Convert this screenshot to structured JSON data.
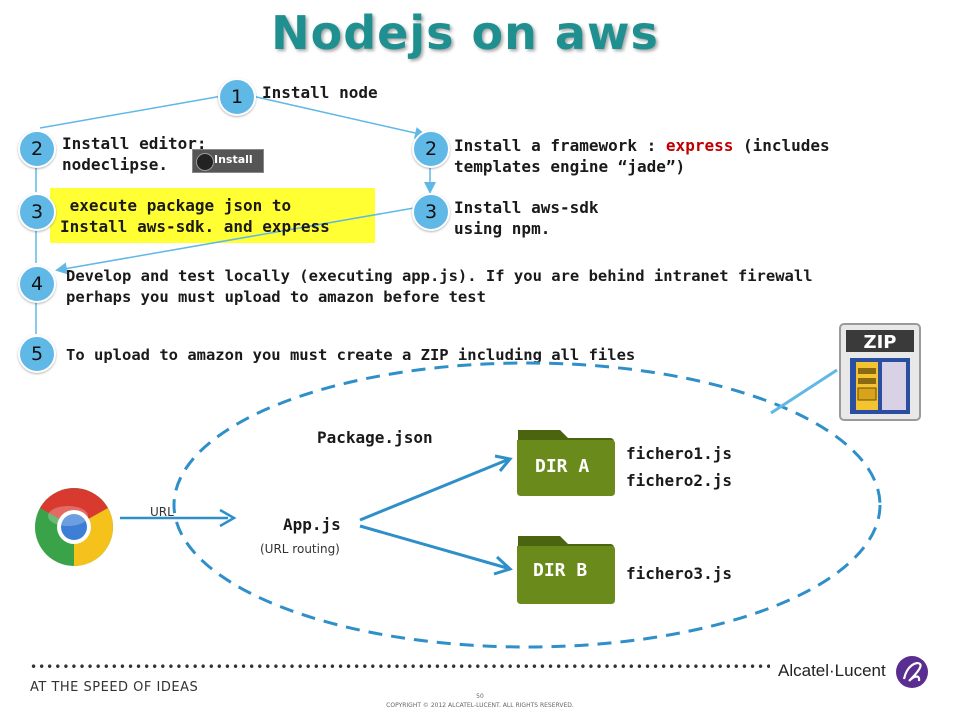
{
  "title": "Nodejs on aws",
  "steps": {
    "s1": {
      "num": "1",
      "text": "Install node"
    },
    "s2a": {
      "num": "2",
      "line1": "Install editor:",
      "line2": "nodeclipse."
    },
    "install_badge": "Install",
    "s2b": {
      "num": "2",
      "line1_pre": "Install  a framework : ",
      "line1_red": "express",
      "line1_post": " (includes",
      "line2": "templates engine “jade”)"
    },
    "s3a": {
      "num": "3",
      "line1": " execute package json to",
      "line2": "Install aws-sdk. and express"
    },
    "s3b": {
      "num": "3",
      "line1": "Install aws-sdk",
      "line2": "using npm."
    },
    "s4": {
      "num": "4",
      "line1": "Develop and test locally (executing app.js). If you are behind intranet firewall",
      "line2": "perhaps you must upload to amazon before test"
    },
    "s5": {
      "num": "5",
      "text": "To upload to amazon you must create a ZIP including all files"
    }
  },
  "diagram": {
    "url_label": "URL",
    "app_js": "App.js",
    "url_routing": "(URL routing)",
    "package_json": "Package.json",
    "dir_a": "DIR A",
    "dir_b": "DIR B",
    "files_a": [
      "fichero1.js",
      "fichero2.js"
    ],
    "files_b": [
      "fichero3.js"
    ],
    "zip_label": "ZIP"
  },
  "footer": {
    "tagline": "AT THE SPEED OF IDEAS",
    "page_number": "50",
    "copyright": "COPYRIGHT © 2012 ALCATEL-LUCENT.  ALL RIGHTS RESERVED.",
    "brand": "Alcatel·Lucent"
  },
  "colors": {
    "title": "#1f8f90",
    "step_circle": "#5fb8e6",
    "highlight": "#ffff33",
    "folder": "#5f7a14",
    "connector": "#2e8fc9",
    "accent_red": "#c00000"
  }
}
